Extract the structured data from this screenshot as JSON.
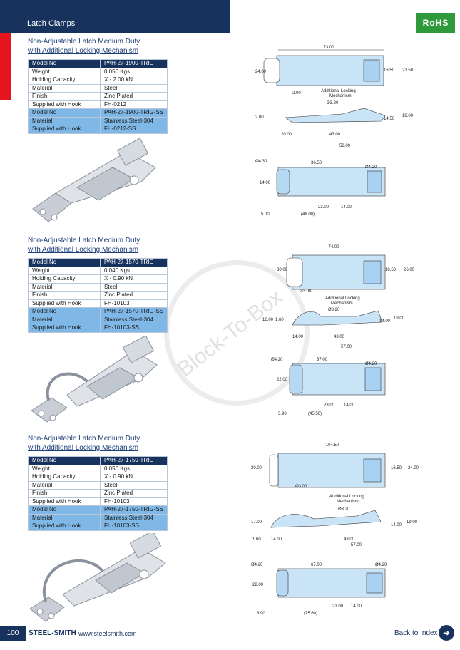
{
  "header": {
    "title": "Latch Clamps",
    "badge": "RoHS"
  },
  "watermark": "Block-To-Box",
  "sections": [
    {
      "title_line1": "Non-Adjustable Latch Medium Duty",
      "title_line2": "with Additional Locking Mechanism",
      "rows": [
        [
          "Model No",
          "PAH-27-1900-TRIG"
        ],
        [
          "Weight",
          "0.050 Kgs"
        ],
        [
          "Holding Capacity",
          "X - 2.00 kN"
        ],
        [
          "Material",
          "Steel"
        ],
        [
          "Finish",
          "Zinc Plated"
        ],
        [
          "Supplied with Hook",
          "FH-0212"
        ],
        [
          "Model No",
          "PAH-27-1900-TRIG-SS"
        ],
        [
          "Material",
          "Stainless Steel-304"
        ],
        [
          "Supplied with Hook",
          "FH-0212-SS"
        ]
      ],
      "dims": {
        "top": [
          "73.00",
          "24.00",
          "16.50",
          "23.50"
        ],
        "side": [
          "2.00",
          "Additional Locking",
          "Mechanism",
          "Ø3.20",
          "2.00",
          "14.50",
          "18.00",
          "20.00",
          "43.00",
          "58.00"
        ],
        "bottom": [
          "Ø4.30",
          "36.50",
          "Ø4.20",
          "14.00",
          "23.00",
          "14.00",
          "5.00",
          "(48.00)"
        ]
      }
    },
    {
      "title_line1": "Non-Adjustable Latch Medium Duty",
      "title_line2": "with Additional Locking Mechanism",
      "rows": [
        [
          "Model No",
          "PAH-27-1570-TRIG"
        ],
        [
          "Weight",
          "0.040 Kgs"
        ],
        [
          "Holding Capacity",
          "X - 0.90 kN"
        ],
        [
          "Material",
          "Steel"
        ],
        [
          "Finish",
          "Zinc Plated"
        ],
        [
          "Supplied with Hook",
          "FH-10103"
        ],
        [
          "Model No",
          "PAH-27-1570-TRIG-SS"
        ],
        [
          "Material",
          "Stainless Steel-304"
        ],
        [
          "Supplied with Hook",
          "FH-10103-SS"
        ]
      ],
      "dims": {
        "top": [
          "74.00",
          "30.00",
          "16.50",
          "26.00",
          "Ø3.00"
        ],
        "side": [
          "Additional Locking",
          "Mechanism",
          "Ø3.20",
          "16.00",
          "1.60",
          "14.00",
          "19.00",
          "14.00",
          "43.00",
          "57.00"
        ],
        "bottom": [
          "Ø4.20",
          "37.00",
          "Ø4.20",
          "22.00",
          "23.00",
          "14.00",
          "3.90",
          "(45.50)"
        ]
      }
    },
    {
      "title_line1": "Non-Adjustable Latch Medium Duty",
      "title_line2": "with Additional Locking Mechanism",
      "rows": [
        [
          "Model No",
          "PAH-27-1750-TRIG"
        ],
        [
          "Weight",
          "0.050 Kgs"
        ],
        [
          "Holding Capacity",
          "X - 0.90 kN"
        ],
        [
          "Material",
          "Steel"
        ],
        [
          "Finish",
          "Zinc Plated"
        ],
        [
          "Supplied with Hook",
          "FH-10103"
        ],
        [
          "Model No",
          "PAH-27-1750-TRIG-SS"
        ],
        [
          "Material",
          "Stainless Steel-304"
        ],
        [
          "Supplied with Hook",
          "FH-10103-SS"
        ]
      ],
      "dims": {
        "top": [
          "104.50",
          "30.00",
          "16.50",
          "24.00",
          "Ø3.00"
        ],
        "side": [
          "Additional Locking",
          "Mechanism",
          "Ø3.20",
          "17.00",
          "14.00",
          "19.00",
          "1.60",
          "14.00",
          "43.00",
          "57.00"
        ],
        "bottom": [
          "Ø4.20",
          "67.00",
          "Ø4.20",
          "22.00",
          "23.00",
          "14.00",
          "3.90",
          "(75.60)"
        ]
      }
    }
  ],
  "footer": {
    "page": "100",
    "brand": "STEEL-SMITH",
    "url": "www.steelsmith.com",
    "back": "Back to Index"
  }
}
